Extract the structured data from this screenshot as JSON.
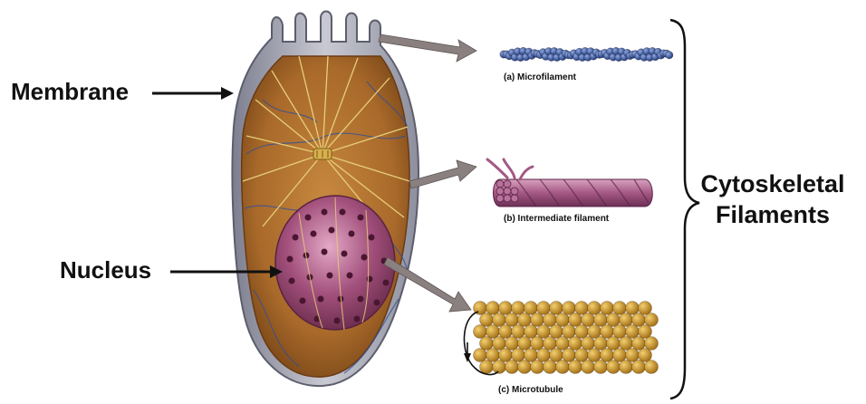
{
  "labels": {
    "membrane": "Membrane",
    "nucleus": "Nucleus",
    "cytoskeletal_line1": "Cytoskeletal",
    "cytoskeletal_line2": "Filaments"
  },
  "filaments": [
    {
      "id": "a",
      "caption": "(a) Microfilament",
      "color": "#2f4f9a"
    },
    {
      "id": "b",
      "caption": "(b) Intermediate filament",
      "color": "#b0668e"
    },
    {
      "id": "c",
      "caption": "(c) Microtubule",
      "color": "#c8901a"
    }
  ],
  "colors": {
    "membrane": "#9fa0ad",
    "cytoplasm": "#a8692a",
    "nucleus": "#a2507c",
    "fibers": "#d8c070",
    "pointer": "#8a8080"
  }
}
